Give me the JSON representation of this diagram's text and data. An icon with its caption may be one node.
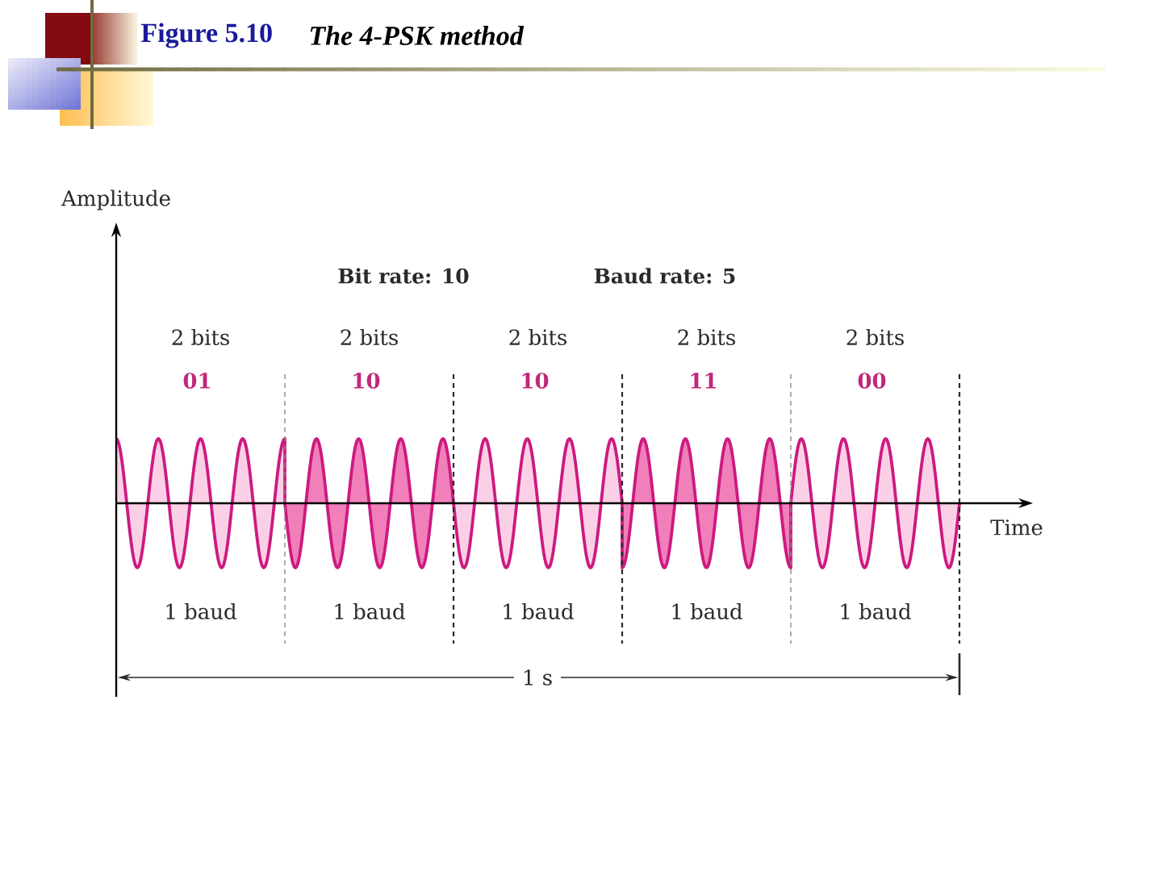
{
  "diagram": {
    "title": "The 4-PSK method",
    "labels": [
      "Figure 5.10",
      "Amplitude",
      "Bit rate: 10",
      "Baud rate: 5",
      "2 bits",
      "2 bits",
      "2 bits",
      "2 bits",
      "2 bits",
      "01",
      "10",
      "10",
      "11",
      "00",
      "Time",
      "1 baud",
      "1 baud",
      "1 baud",
      "1 baud",
      "1 baud",
      "1 s"
    ]
  }
}
